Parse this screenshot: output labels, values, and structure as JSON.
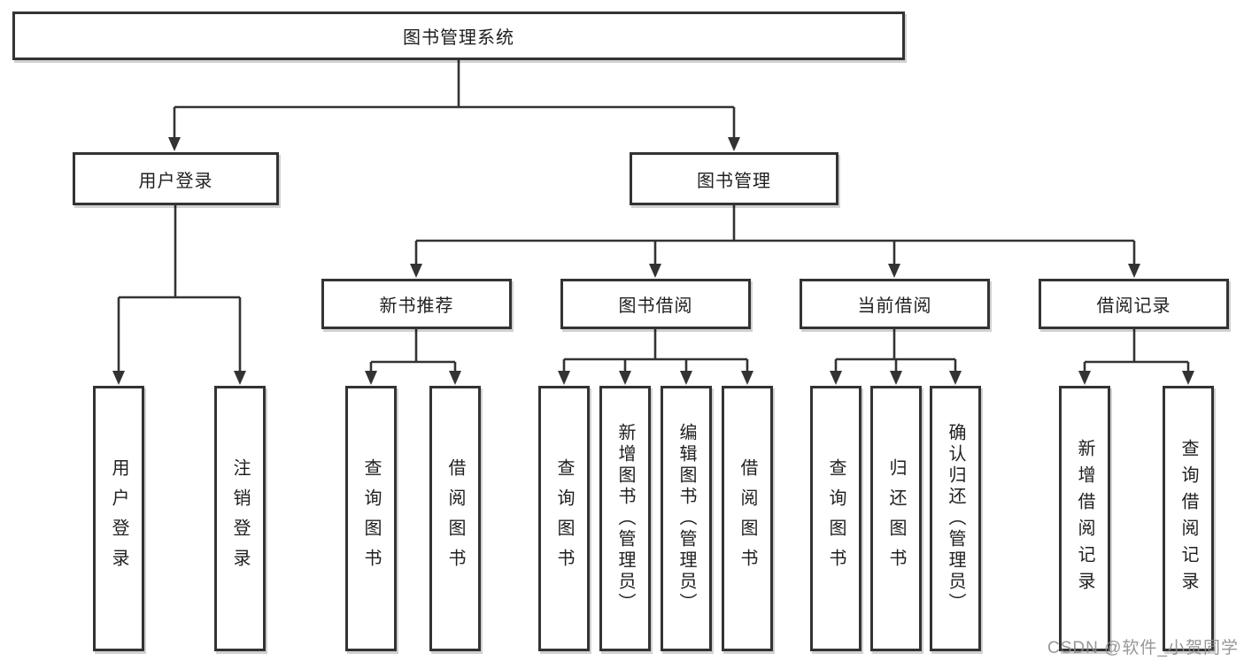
{
  "diagram": {
    "root": {
      "label": "图书管理系统"
    },
    "branches": [
      {
        "label": "用户登录",
        "children": [
          "用户登录",
          "注销登录"
        ]
      },
      {
        "label": "图书管理",
        "children": [
          {
            "label": "新书推荐",
            "children": [
              "查询图书",
              "借阅图书"
            ]
          },
          {
            "label": "图书借阅",
            "children": [
              "查询图书",
              "新增图书（管理员）",
              "编辑图书（管理员）",
              "借阅图书"
            ]
          },
          {
            "label": "当前借阅",
            "children": [
              "查询图书",
              "归还图书",
              "确认归还（管理员）"
            ]
          },
          {
            "label": "借阅记录",
            "children": [
              "新增借阅记录",
              "查询借阅记录"
            ]
          }
        ]
      }
    ],
    "watermark": "CSDN @软件_小贺同学",
    "colors": {
      "line": "#333333",
      "box_border": "#333333",
      "text": "#1f1f1f",
      "watermark": "#9b9b9b",
      "background": "#ffffff"
    }
  }
}
